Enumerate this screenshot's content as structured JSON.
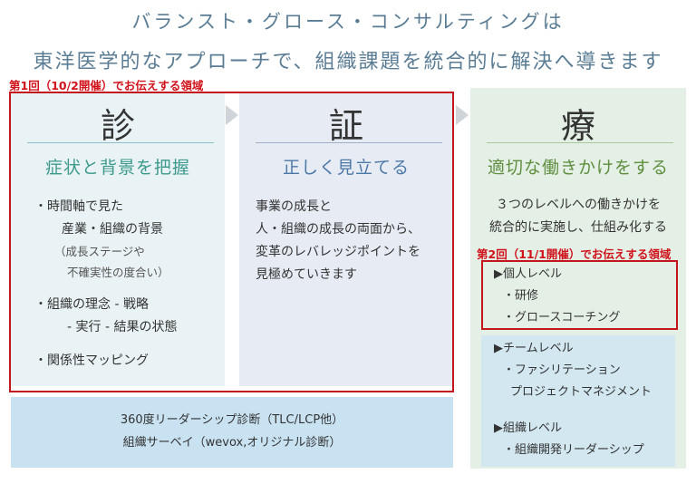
{
  "header": {
    "line1": "バランスト・グロース・コンサルティングは",
    "line2": "東洋医学的なアプローチで、組織課題を統合的に解決へ導きます"
  },
  "session1_label": "第1回（10/2開催）でお伝えする領域",
  "session2_label": "第2回（11/1開催）でお伝えする領域",
  "columns": [
    {
      "kanji": "診",
      "subtitle": "症状と背景を把握",
      "lines": [
        "・時間軸で見た",
        "産業・組織の背景",
        "（成長ステージや",
        "不確実性の度合い）",
        "・組織の理念 - 戦略",
        "- 実行 - 結果の状態",
        "・関係性マッピング"
      ]
    },
    {
      "kanji": "証",
      "subtitle": "正しく見立てる",
      "lines": [
        "事業の成長と",
        "人・組織の成長の両面から、",
        "変革のレバレッジポイントを",
        "見極めていきます"
      ]
    },
    {
      "kanji": "療",
      "subtitle": "適切な働きかけをする",
      "lines": [
        "３つのレベルへの働きかけを",
        "統合的に実施し、仕組み化する"
      ],
      "levels": [
        "▶個人レベル",
        "・研修",
        "・グロースコーチング",
        "▶チームレベル",
        "・ファシリテーション",
        "プロジェクトマネジメント",
        "▶組織レベル",
        "・組織開発リーダーシップ"
      ]
    }
  ],
  "diagnostics": {
    "line1": "360度リーダーシップ診断（TLC/LCP他）",
    "line2": "組織サーベイ（wevox,オリジナル診断）"
  },
  "colors": {
    "title": "#5a7d95",
    "accent_green": "#3d9a8a",
    "accent_blue": "#4c78a8",
    "accent_olive": "#5f8f3f",
    "red": "#c4141c"
  }
}
